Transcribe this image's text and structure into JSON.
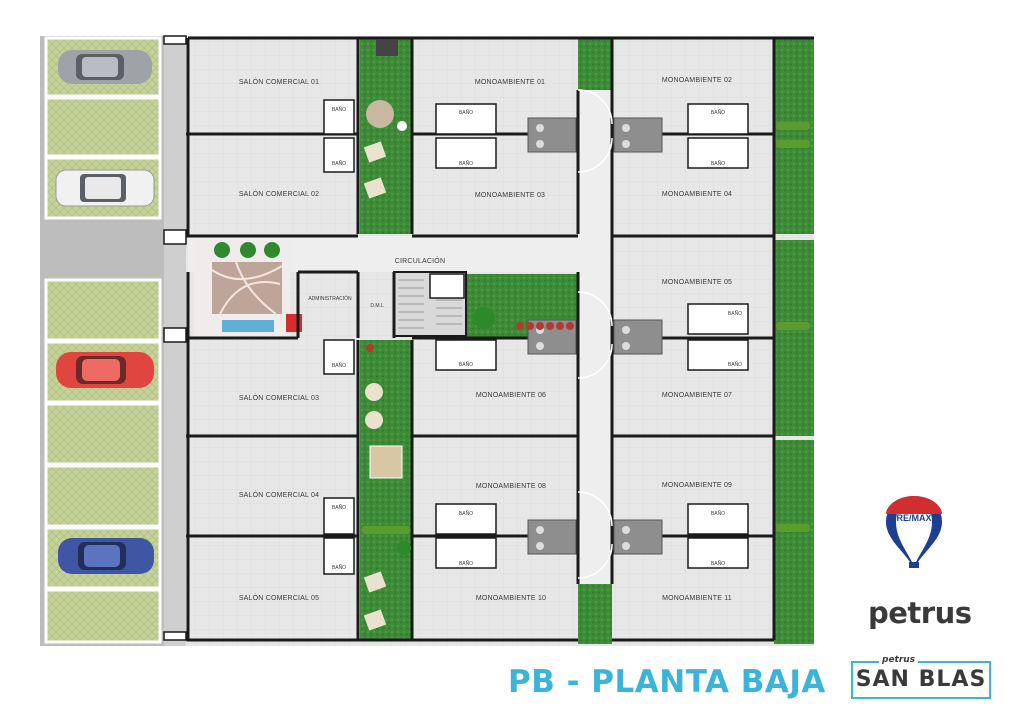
{
  "rooms": {
    "salon_01": "SALÓN COMERCIAL 01",
    "salon_02": "SALÓN COMERCIAL 02",
    "salon_03": "SALÓN COMERCIAL 03",
    "salon_04": "SALÓN COMERCIAL 04",
    "salon_05": "SALÓN COMERCIAL 05",
    "mono_01": "MONOAMBIENTE 01",
    "mono_02": "MONOAMBIENTE 02",
    "mono_03": "MONOAMBIENTE 03",
    "mono_04": "MONOAMBIENTE 04",
    "mono_05": "MONOAMBIENTE 05",
    "mono_06": "MONOAMBIENTE 06",
    "mono_07": "MONOAMBIENTE 07",
    "mono_08": "MONOAMBIENTE 08",
    "mono_09": "MONOAMBIENTE 09",
    "mono_10": "MONOAMBIENTE 10",
    "mono_11": "MONOAMBIENTE 11",
    "circulacion": "CIRCULACIÓN",
    "administracion": "ADMINISTRACIÓN",
    "dml": "D.M.L",
    "bano": "BAÑO"
  },
  "footer": {
    "title": "PB - PLANTA BAJA"
  },
  "brand": {
    "remax": "RE/MAX",
    "petrus": "petrus",
    "petrus_small": "petrus",
    "project": "SAN BLAS"
  },
  "colors": {
    "accent": "#3cb4da",
    "floor": "#e6e6e6",
    "wall": "#1a1a1a",
    "grass": "#3f8a3a",
    "parking": "#c7d39b",
    "sidewalk": "#b7b7b7"
  }
}
